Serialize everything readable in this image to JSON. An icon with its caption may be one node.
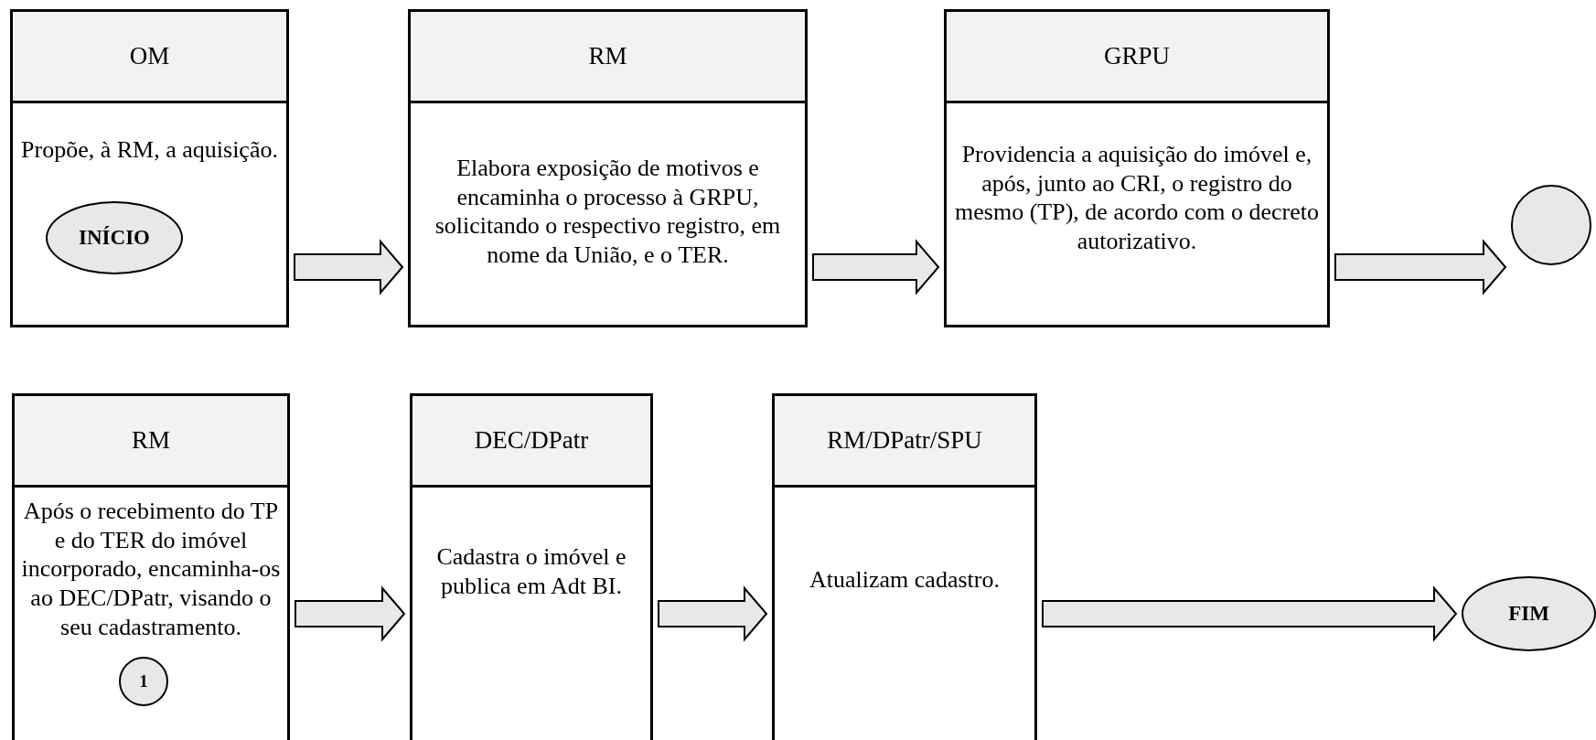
{
  "diagram": {
    "nodes": [
      {
        "text": [
          "OM",
          "Propõe, à RM, a aquisição."
        ]
      },
      {
        "text": [
          "INÍCIO"
        ],
        "in": 0
      },
      {
        "text": [
          "RM",
          "Elabora exposição de motivos e encaminha o processo à GRPU, solicitando o respectivo registro, em nome da União, e o TER."
        ]
      },
      {
        "text": [
          "GRPU",
          "Providencia a aquisição do imóvel e, após, junto ao CRI, o registro do mesmo (TP), de acordo com o decreto autorizativo."
        ]
      },
      {
        "text": [],
        "shape": "circle"
      },
      {
        "text": [
          "RM",
          "Após o recebimento do TP e do TER do imóvel incorporado, encaminha-os ao DEC/DPatr, visando o seu cadastramento."
        ]
      },
      {
        "text": [
          "1"
        ],
        "in": 5
      },
      {
        "text": [
          "DEC/DPatr",
          "Cadastra o imóvel e publica em Adt BI."
        ]
      },
      {
        "text": [
          "RM/DPatr/SPU",
          "Atualizam cadastro."
        ]
      },
      {
        "text": [
          "FIM"
        ]
      }
    ],
    "edges": [
      {
        "from": 0,
        "to": 2,
        "arrow": "to"
      },
      {
        "from": 2,
        "to": 3,
        "arrow": "to"
      },
      {
        "from": 3,
        "to": 4,
        "arrow": "to"
      },
      {
        "from": 5,
        "to": 7,
        "arrow": "to"
      },
      {
        "from": 7,
        "to": 8,
        "arrow": "to"
      },
      {
        "from": 8,
        "to": 9,
        "arrow": "to"
      }
    ]
  }
}
